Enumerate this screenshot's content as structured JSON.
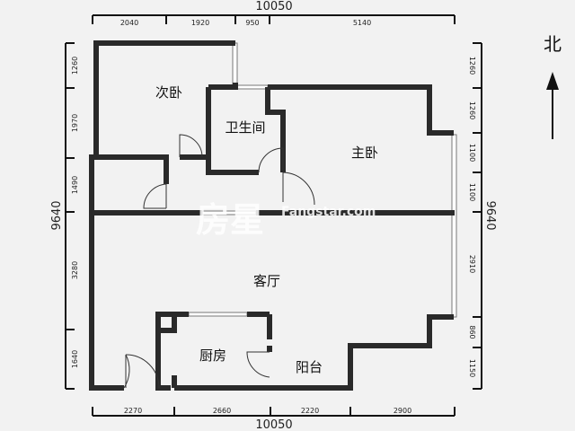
{
  "plan": {
    "top_total": "10050",
    "top_segments": [
      "2040",
      "1920",
      "950",
      "5140"
    ],
    "bottom_total": "10050",
    "bottom_segments": [
      "2270",
      "2660",
      "2220",
      "2900"
    ],
    "left_total": "9640",
    "left_segments": [
      "1260",
      "1970",
      "1490",
      "3280",
      "1640"
    ],
    "right_total": "9640",
    "right_segments": [
      "1260",
      "1260",
      "1100",
      "1100",
      "2910",
      "860",
      "1150"
    ],
    "north_label": "北",
    "rooms": {
      "second_bedroom": "次卧",
      "bathroom": "卫生间",
      "master_bedroom": "主卧",
      "living_room": "客厅",
      "kitchen": "厨房",
      "balcony": "阳台"
    },
    "watermark": {
      "logo": "房星",
      "site": "Fangstar.com"
    }
  }
}
